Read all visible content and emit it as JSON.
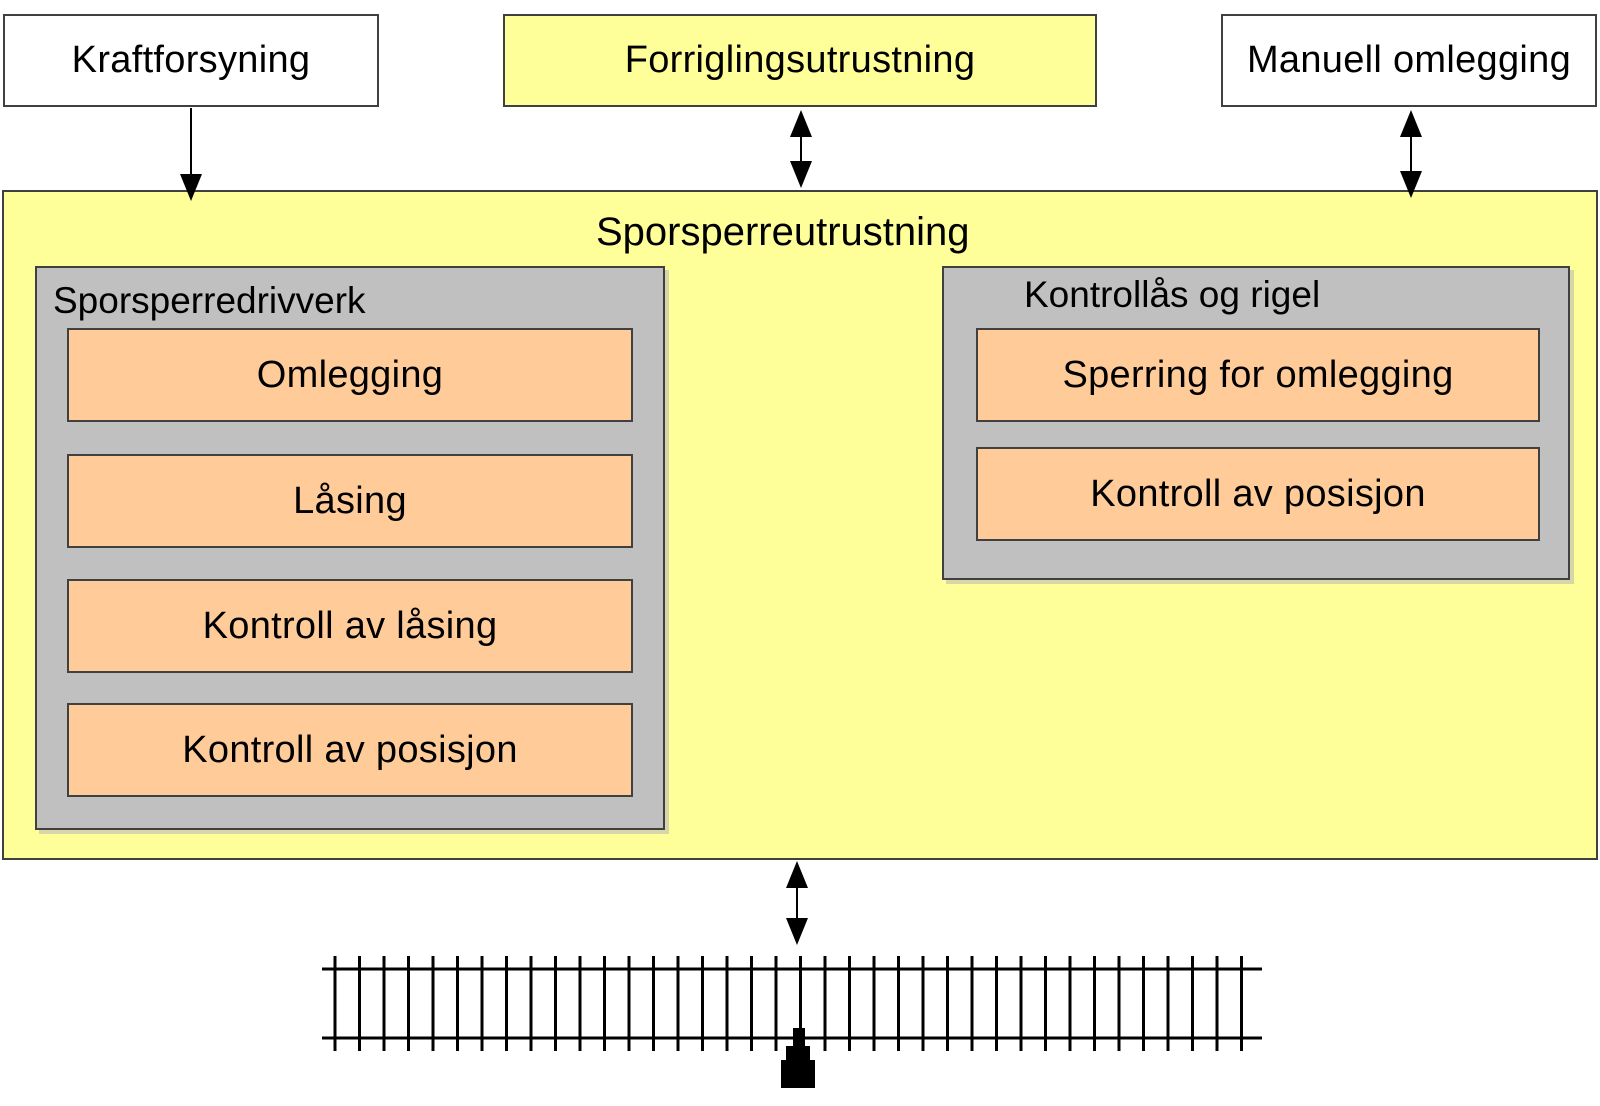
{
  "top_boxes": {
    "power": "Kraftforsyning",
    "interlocking": "Forriglingsutrustning",
    "manual": "Manuell omlegging"
  },
  "main": {
    "title": "Sporsperreutrustning",
    "drive": {
      "title": "Sporsperredrivverk",
      "items": [
        "Omlegging",
        "Låsing",
        "Kontroll av låsing",
        "Kontroll av posisjon"
      ]
    },
    "lock": {
      "title": "Kontrollås og rigel",
      "items": [
        "Sperring for omlegging",
        "Kontroll av posisjon"
      ]
    }
  },
  "colors": {
    "main_fill": "#ffff99",
    "group_fill": "#c0c0c0",
    "function_fill": "#ffcc99",
    "outline": "#404040"
  }
}
